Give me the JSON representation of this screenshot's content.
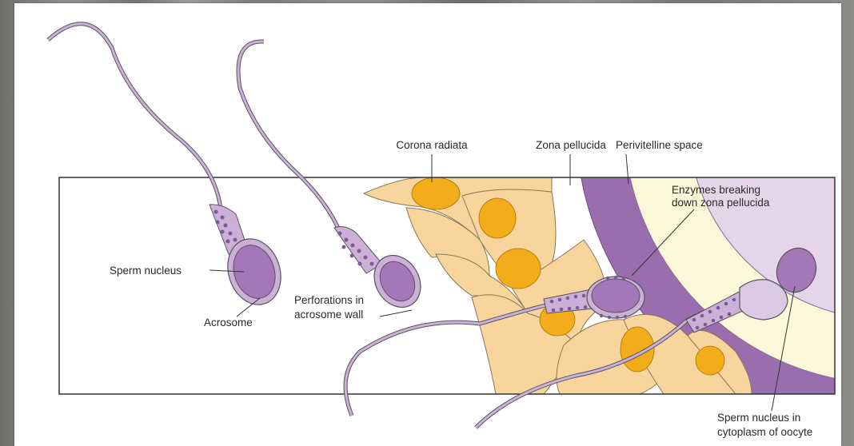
{
  "diagram": {
    "labels": {
      "corona_radiata": "Corona radiata",
      "zona_pellucida": "Zona pellucida",
      "perivitelline_space": "Perivitelline space",
      "enzymes_line1": "Enzymes breaking",
      "enzymes_line2": "down zona pellucida",
      "sperm_nucleus": "Sperm nucleus",
      "acrosome": "Acrosome",
      "perforations_line1": "Perforations in",
      "perforations_line2": "acrosome wall",
      "sperm_nucleus_oocyte_line1": "Sperm nucleus in",
      "sperm_nucleus_oocyte_line2": "cytoplasm of oocyte"
    },
    "colors": {
      "corona_cells": "#f7d59c",
      "follicle_nuclei": "#f4ad1a",
      "zona_pellucida": "#9a6eae",
      "perivitelline_space": "#fbf7d8",
      "oocyte_cytoplasm": "#e6d4ea",
      "sperm_body": "#cdb0d8",
      "sperm_nucleus": "#a477b8",
      "outline": "#55555a"
    }
  }
}
